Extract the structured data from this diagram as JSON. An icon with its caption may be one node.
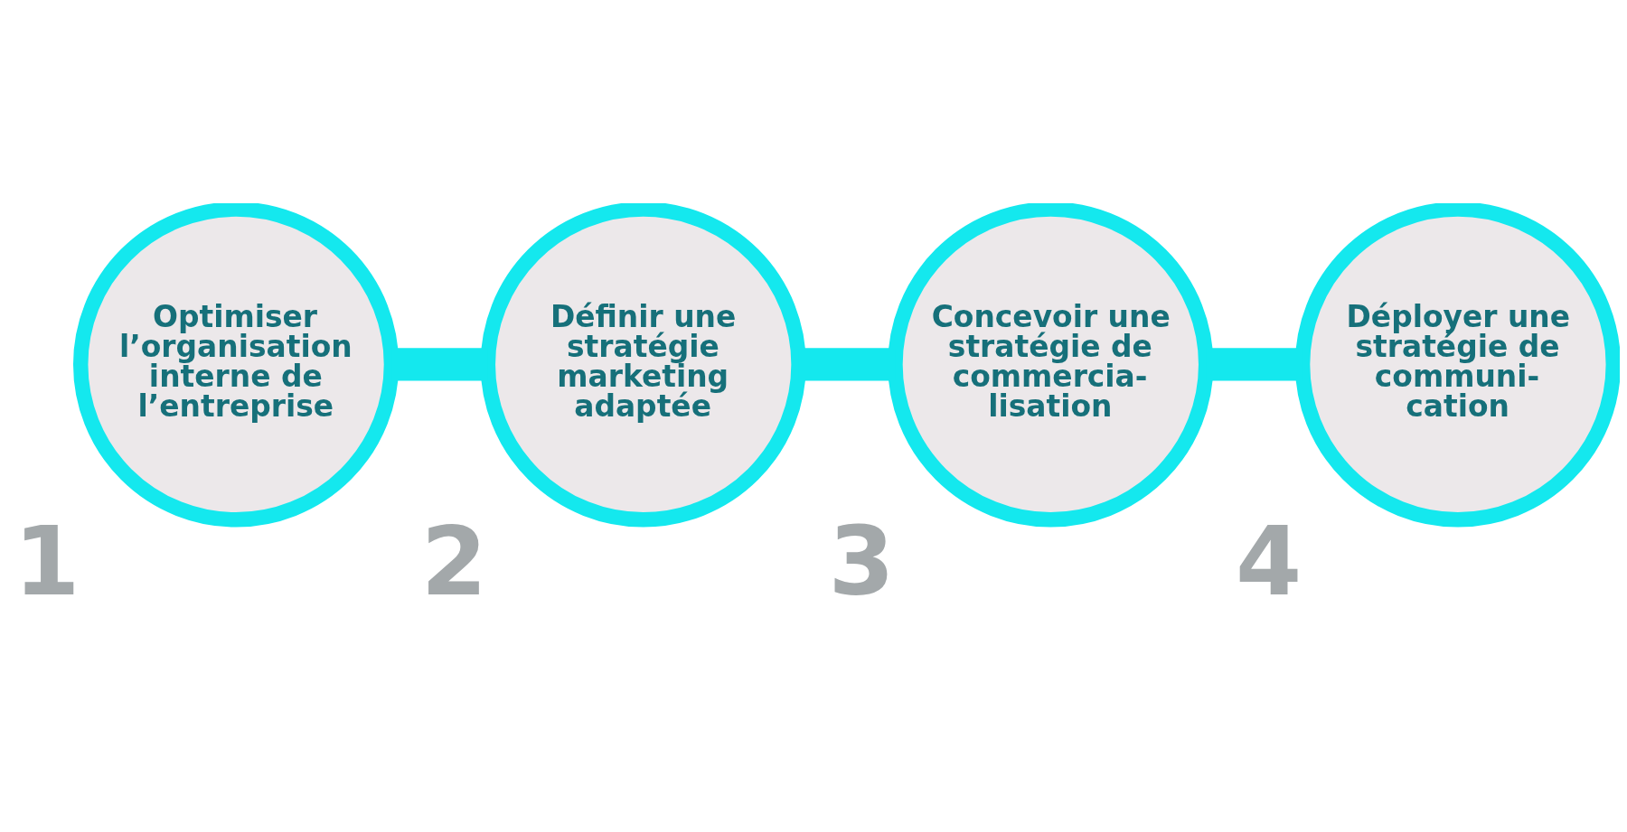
{
  "diagram": {
    "nodes": [
      {
        "text": [
          "Optimiser l’organisation interne de l’entreprise"
        ],
        "beside": [
          "1"
        ]
      },
      {
        "text": [
          "Définir une stratégie marketing adaptée"
        ],
        "beside": [
          "2"
        ]
      },
      {
        "text": [
          "Concevoir une stratégie de commercia- lisation"
        ],
        "beside": [
          "3"
        ]
      },
      {
        "text": [
          "Déployer une stratégie de communi- cation"
        ],
        "beside": [
          "4"
        ]
      }
    ],
    "edges": [
      {
        "from": 0,
        "to": 1,
        "arrow": "none"
      },
      {
        "from": 1,
        "to": 2,
        "arrow": "none"
      },
      {
        "from": 2,
        "to": 3,
        "arrow": "none"
      }
    ]
  }
}
